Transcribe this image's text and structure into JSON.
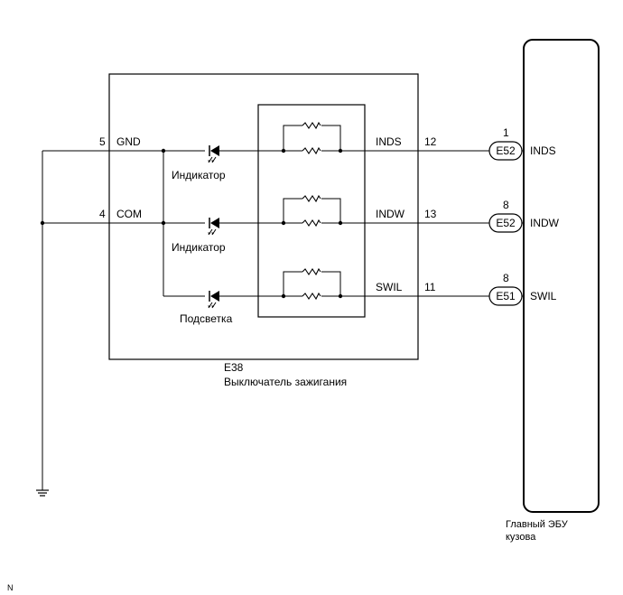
{
  "switch_block": {
    "code": "E38",
    "name": "Выключатель зажигания",
    "pins": {
      "gnd": {
        "number": "5",
        "label": "GND"
      },
      "com": {
        "number": "4",
        "label": "COM"
      }
    },
    "lamps": [
      "Индикатор",
      "Индикатор",
      "Подсветка"
    ]
  },
  "circuits": [
    {
      "signal": "INDS",
      "switch_pin": "12",
      "connector": "E52",
      "ecu_pin": "1",
      "ecu_label": "INDS"
    },
    {
      "signal": "INDW",
      "switch_pin": "13",
      "connector": "E52",
      "ecu_pin": "8",
      "ecu_label": "INDW"
    },
    {
      "signal": "SWIL",
      "switch_pin": "11",
      "connector": "E51",
      "ecu_pin": "8",
      "ecu_label": "SWIL"
    }
  ],
  "ecu": {
    "name_line1": "Главный ЭБУ",
    "name_line2": "кузова"
  },
  "footer": {
    "code": "N"
  }
}
